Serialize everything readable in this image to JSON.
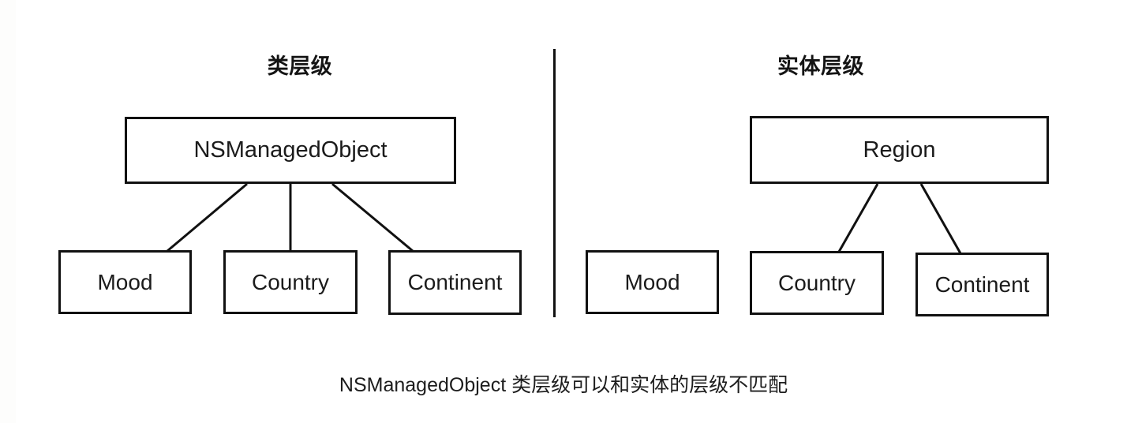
{
  "diagram": {
    "caption": "NSManagedObject 类层级可以和实体的层级不匹配",
    "divider_label": "vertical-divider",
    "panels": [
      {
        "id": "class-hierarchy",
        "title": "类层级",
        "root": {
          "label": "NSManagedObject"
        },
        "children": [
          {
            "label": "Mood",
            "connected_to_root": true
          },
          {
            "label": "Country",
            "connected_to_root": true
          },
          {
            "label": "Continent",
            "connected_to_root": true
          }
        ]
      },
      {
        "id": "entity-hierarchy",
        "title": "实体层级",
        "root": {
          "label": "Region"
        },
        "children": [
          {
            "label": "Mood",
            "connected_to_root": false
          },
          {
            "label": "Country",
            "connected_to_root": true
          },
          {
            "label": "Continent",
            "connected_to_root": true
          }
        ]
      }
    ],
    "colors": {
      "background": "#ffffff",
      "stroke": "#111111",
      "text": "#1b1b1b",
      "title_text": "#141414"
    }
  }
}
